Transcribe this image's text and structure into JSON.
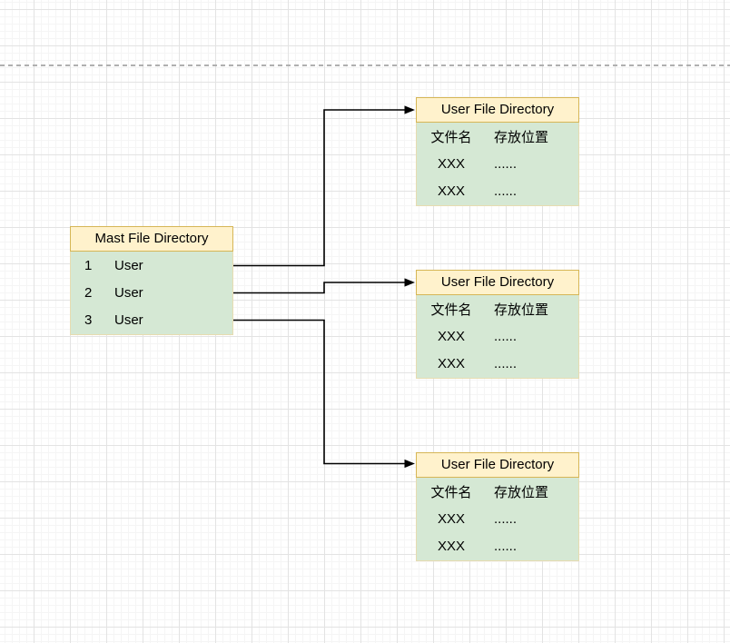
{
  "canvas": {
    "background": "#ffffff",
    "grid_minor_color": "#f5f5f5",
    "grid_major_color": "#e3e3e3",
    "page_break_color": "#b0b0b0"
  },
  "colors": {
    "table_header_fill": "#fff2cc",
    "table_header_border": "#d6b656",
    "table_body_fill": "#d5e8d4",
    "connector_stroke": "#000000"
  },
  "mast_table": {
    "title": "Mast File Directory",
    "rows": [
      {
        "num": "1",
        "label": "User"
      },
      {
        "num": "2",
        "label": "User"
      },
      {
        "num": "3",
        "label": "User"
      }
    ]
  },
  "user_table": {
    "title": "User File Directory",
    "header_row": {
      "col1": "文件名",
      "col2": "存放位置"
    },
    "rows": [
      {
        "col1": "XXX",
        "col2": "......"
      },
      {
        "col1": "XXX",
        "col2": "......"
      }
    ]
  }
}
